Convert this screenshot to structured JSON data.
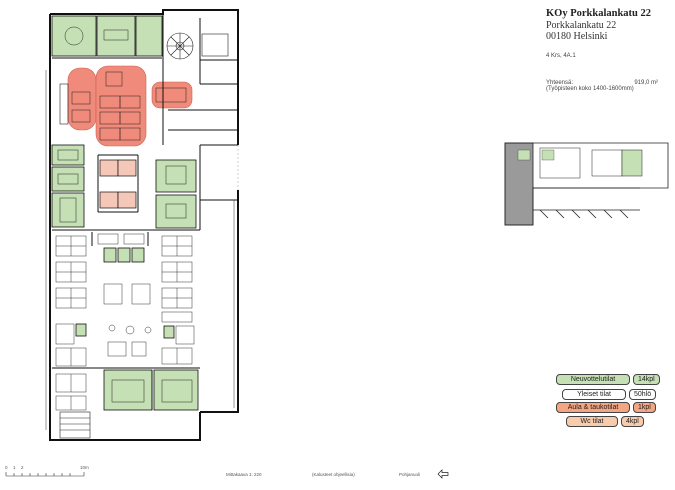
{
  "header": {
    "title": "KOy Porkkalankatu 22",
    "street": "Porkkalankatu 22",
    "postal": "00180 Helsinki",
    "floor": "4 Krs, 4A.1"
  },
  "totals": {
    "label": "Yhteensä:",
    "area": "919,0 m²",
    "workstation_size": "(Työpisteen koko 1400-1600mm)"
  },
  "legend": [
    {
      "label": "Neuvottelutilat",
      "count": "14kpl",
      "color": "#c5e0b4"
    },
    {
      "label": "Yleiset tilat",
      "count": "50hlö",
      "color": "#ffffff"
    },
    {
      "label": "Aula & taukotilat",
      "count": "1kpl",
      "color": "#f4a582"
    },
    {
      "label": "Wc tilat",
      "count": "4kpl",
      "color": "#f8cbad"
    }
  ],
  "colors": {
    "meeting": "#c5e0b4",
    "lounge": "#f08a7a",
    "wc": "#f4c7b8",
    "wall": "#111111",
    "keyplan_highlight": "#9a9a9a"
  },
  "footer": {
    "scale_label": "Mittakaava 1: 220",
    "note": "(Kalusteet ohjeellisia)",
    "north": "Pohjanuoli",
    "scale_start": "0",
    "scale_mid": "1",
    "scale_two": "2",
    "scale_end": "10m"
  }
}
